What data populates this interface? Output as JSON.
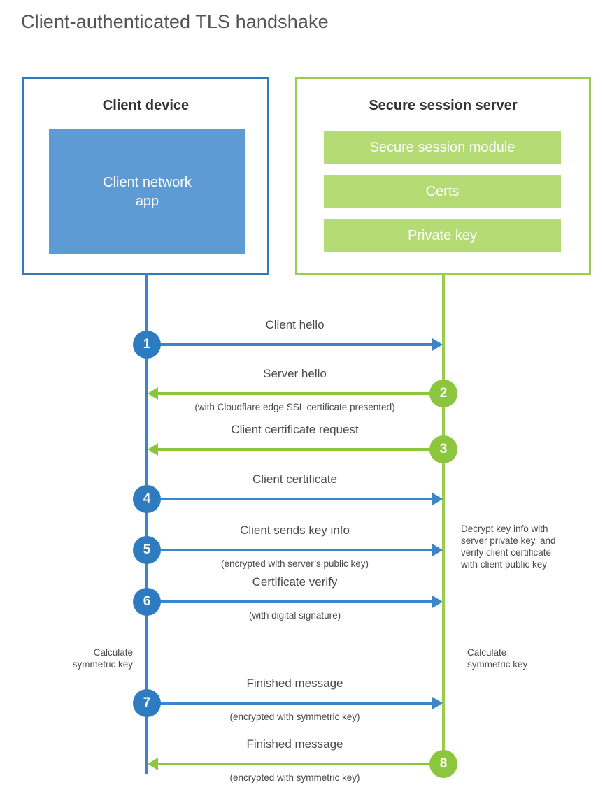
{
  "title": "Client-authenticated TLS handshake",
  "colors": {
    "client_border": "#2E7CBF",
    "client_fill": "#5E9BD5",
    "client_line": "#3D85C6",
    "server_border": "#9ACD4E",
    "server_fill": "#B5DC74",
    "server_line": "#8CC63E",
    "text": "#4a4a4a",
    "title_text": "#545454",
    "background": "#ffffff"
  },
  "client": {
    "title": "Client device",
    "app_label": "Client network\napp"
  },
  "server": {
    "title": "Secure session server",
    "components": [
      "Secure session module",
      "Certs",
      "Private key"
    ]
  },
  "steps": [
    {
      "number": "1",
      "label": "Client hello",
      "sublabel": "",
      "direction": "right",
      "origin": "client",
      "color": "blue"
    },
    {
      "number": "2",
      "label": "Server hello",
      "sublabel": "(with Cloudflare edge SSL certificate presented)",
      "direction": "left",
      "origin": "server",
      "color": "green"
    },
    {
      "number": "3",
      "label": "Client certificate request",
      "sublabel": "",
      "direction": "left",
      "origin": "server",
      "color": "green"
    },
    {
      "number": "4",
      "label": "Client certificate",
      "sublabel": "",
      "direction": "right",
      "origin": "client",
      "color": "blue"
    },
    {
      "number": "5",
      "label": "Client sends key info",
      "sublabel": "(encrypted with server’s public key)",
      "direction": "right",
      "origin": "client",
      "color": "blue"
    },
    {
      "number": "6",
      "label": "Certificate verify",
      "sublabel": "(with digital signature)",
      "direction": "right",
      "origin": "client",
      "color": "blue"
    },
    {
      "number": "7",
      "label": "Finished message",
      "sublabel": "(encrypted with symmetric key)",
      "direction": "right",
      "origin": "client",
      "color": "blue"
    },
    {
      "number": "8",
      "label": "Finished message",
      "sublabel": "(encrypted with symmetric key)",
      "direction": "left",
      "origin": "server",
      "color": "green"
    }
  ],
  "notes": {
    "decrypt": "Decrypt key info with\nserver private key, and\nverify client certificate\nwith client public key",
    "calculate_client": "Calculate\nsymmetric key",
    "calculate_server": "Calculate\nsymmetric key"
  }
}
